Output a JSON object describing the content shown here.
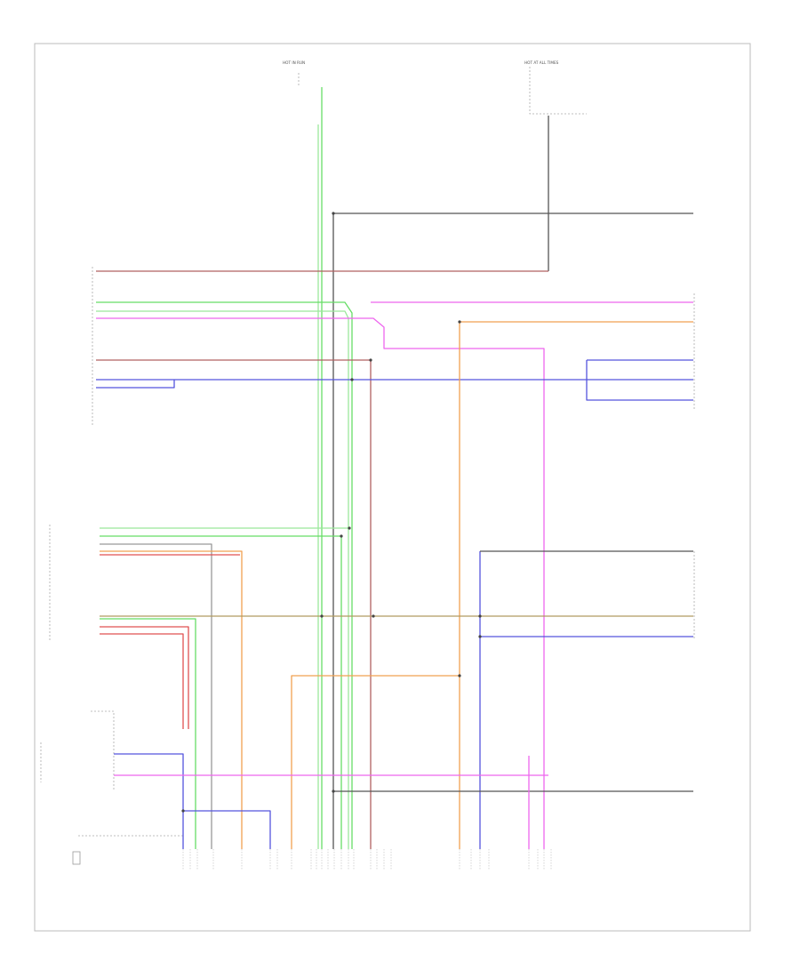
{
  "colors": {
    "black": "#555555",
    "gray": "#999999",
    "red": "#e05050",
    "darkred": "#b06060",
    "green": "#66dd66",
    "lightgreen": "#9be89b",
    "blue": "#5555dd",
    "pink": "#ee66ee",
    "orange": "#f0a050",
    "olive": "#b09a60"
  },
  "components": [
    {
      "id": "fuse-top",
      "text": [
        "HOT IN RUN"
      ]
    },
    {
      "id": "ignition-top",
      "text": [
        "HOT AT ALL TIMES"
      ]
    },
    {
      "id": "right-module-top",
      "text": [
        ""
      ]
    },
    {
      "id": "left-module",
      "text": [
        "",
        "",
        "",
        "",
        ""
      ]
    },
    {
      "id": "right-module-mid",
      "text": [
        "",
        "",
        "",
        "",
        "",
        ""
      ]
    },
    {
      "id": "left-module-mid",
      "text": [
        "",
        "",
        "",
        "",
        ""
      ]
    },
    {
      "id": "right-module-low",
      "text": [
        "",
        "",
        "",
        "",
        "",
        ""
      ]
    },
    {
      "id": "left-control",
      "text": [
        ""
      ]
    },
    {
      "id": "right-low2",
      "text": [
        "",
        ""
      ]
    },
    {
      "id": "left-switch",
      "text": [
        "",
        "",
        "",
        "",
        "",
        ""
      ]
    },
    {
      "id": "right-bottom",
      "text": [
        "",
        "",
        "",
        ""
      ]
    }
  ],
  "bottom_connectors": [
    {
      "id": "g1",
      "text": [
        ""
      ]
    },
    {
      "id": "g2",
      "text": [
        "",
        ""
      ]
    },
    {
      "id": "g3",
      "text": [
        "",
        "",
        ""
      ]
    },
    {
      "id": "g4",
      "text": [
        "",
        "",
        ""
      ]
    },
    {
      "id": "g5",
      "text": [
        "",
        ""
      ]
    },
    {
      "id": "g6",
      "text": [
        "",
        "",
        "",
        ""
      ]
    }
  ],
  "corner_label": ""
}
